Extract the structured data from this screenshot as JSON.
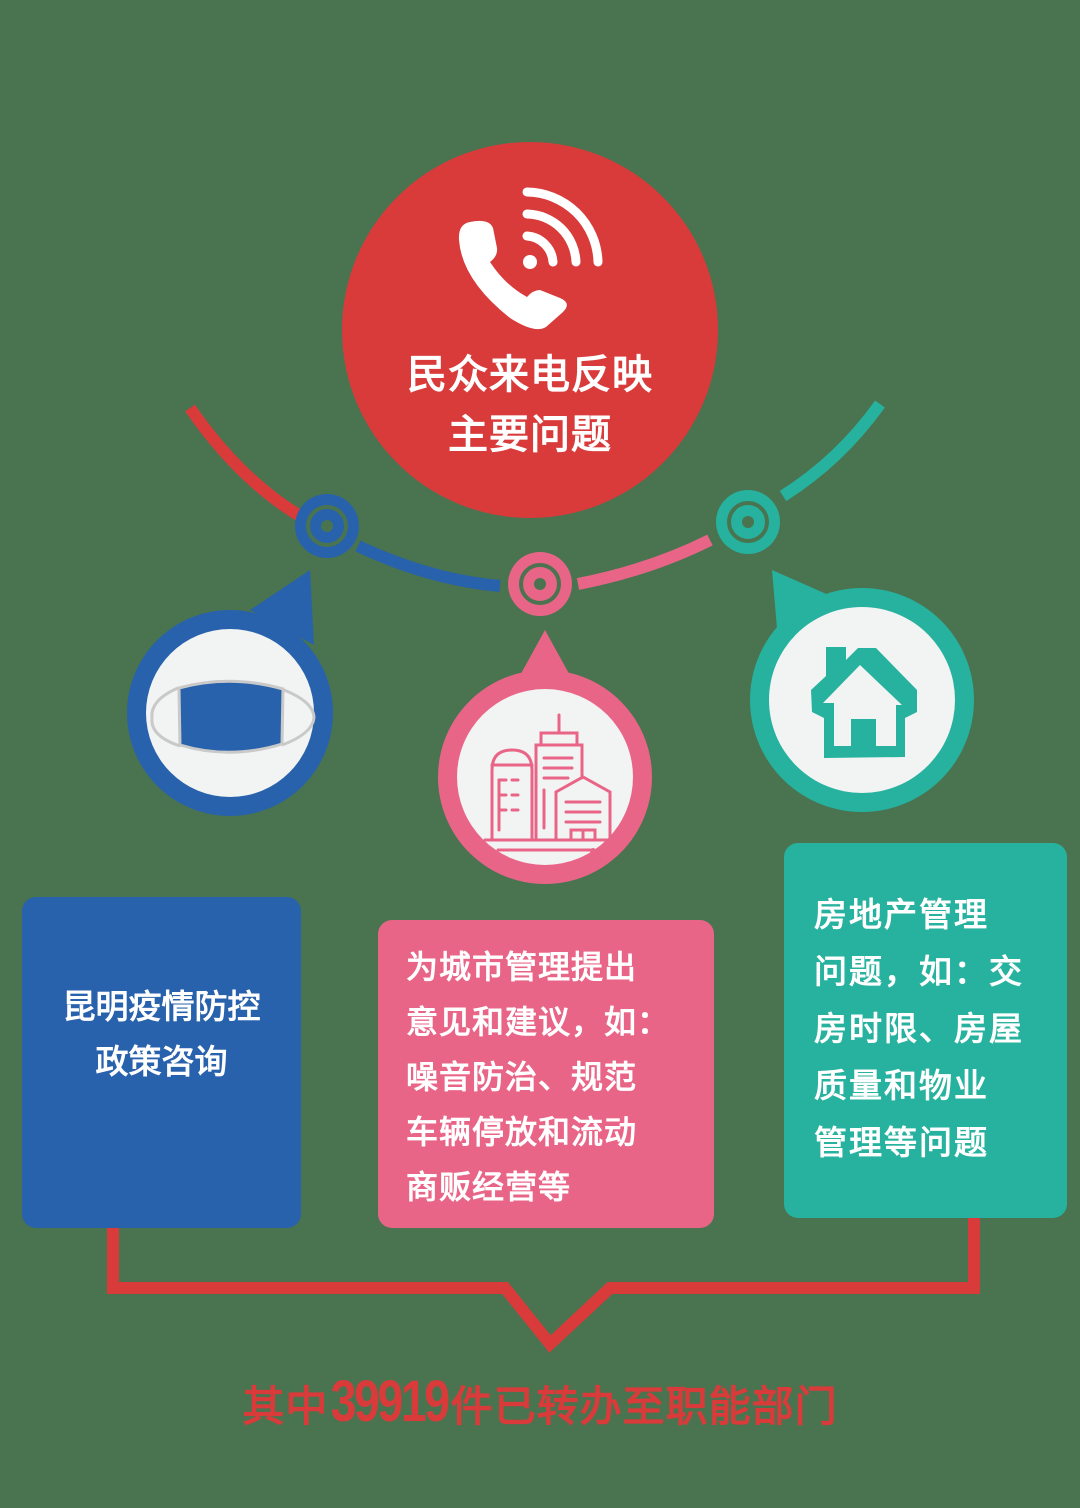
{
  "colors": {
    "background": "#4A7350",
    "red": "#D93B3B",
    "blue": "#2862AC",
    "pink": "#E96587",
    "teal": "#26B29E",
    "icon_bg": "#F2F3F3"
  },
  "hero": {
    "icon": "phone-ringing-icon",
    "title_line1": "民众来电反映",
    "title_line2": "主要问题"
  },
  "categories": [
    {
      "id": "epidemic",
      "icon": "face-mask-icon",
      "color": "#2862AC",
      "lines": [
        "昆明疫情防控",
        "政策咨询"
      ]
    },
    {
      "id": "city",
      "icon": "city-buildings-icon",
      "color": "#E96587",
      "lines": [
        "为城市管理提出",
        "意见和建议，如：",
        "噪音防治、规范",
        "车辆停放和流动",
        "商贩经营等"
      ]
    },
    {
      "id": "realestate",
      "icon": "house-icon",
      "color": "#26B29E",
      "lines": [
        "房地产管理",
        "问题，如：交",
        "房时限、房屋",
        "质量和物业",
        "管理等问题"
      ]
    }
  ],
  "footer": {
    "prefix": "其中",
    "count": "39919",
    "suffix": "件已转办至职能部门"
  }
}
